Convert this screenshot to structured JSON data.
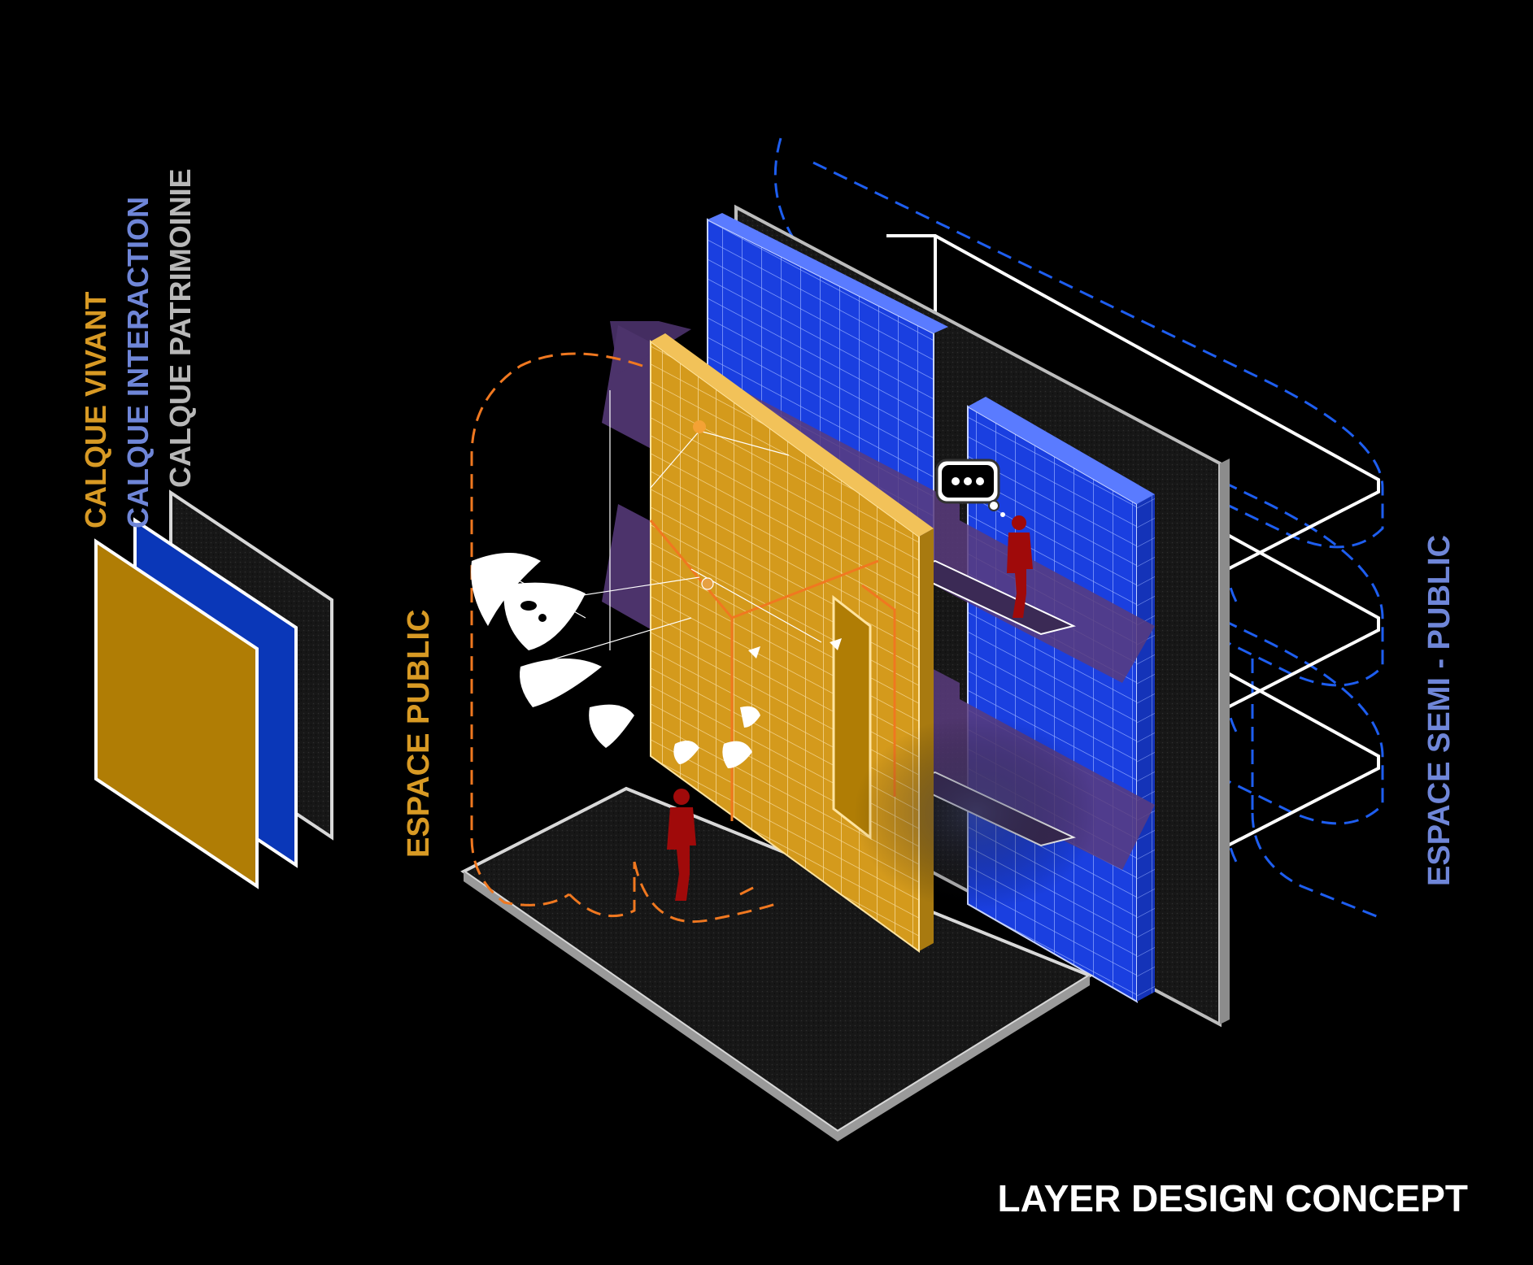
{
  "legend": {
    "layers": [
      {
        "label": "CALQUE VIVANT",
        "color": "#e0a020",
        "fill": "#b07d05"
      },
      {
        "label": "CALQUE INTERACTION",
        "color": "#8a9ae0",
        "fill": "#0a37b8"
      },
      {
        "label": "CALQUE PATRIMOINIE",
        "color": "#b8b8b8",
        "fill": "#1e1e1e"
      }
    ]
  },
  "labels": {
    "public_space": "ESPACE PUBLIC",
    "semi_public_space": "ESPACE SEMI - PUBLIC",
    "caption": "LAYER DESIGN CONCEPT"
  },
  "colors": {
    "background": "#000000",
    "gold_panel": "#d49a1c",
    "blue_panel": "#1a3fe0",
    "orange_outline": "#f07820",
    "blue_outline": "#1e5ef0",
    "figure_red": "#a00a0a",
    "arrow_purple": "#5a3c7e",
    "text_gold": "#d89a24",
    "text_blue": "#6f86d8"
  },
  "icons": [
    "speech-bubble-icon",
    "person-figure-icon",
    "mobile-sculpture-icon"
  ]
}
